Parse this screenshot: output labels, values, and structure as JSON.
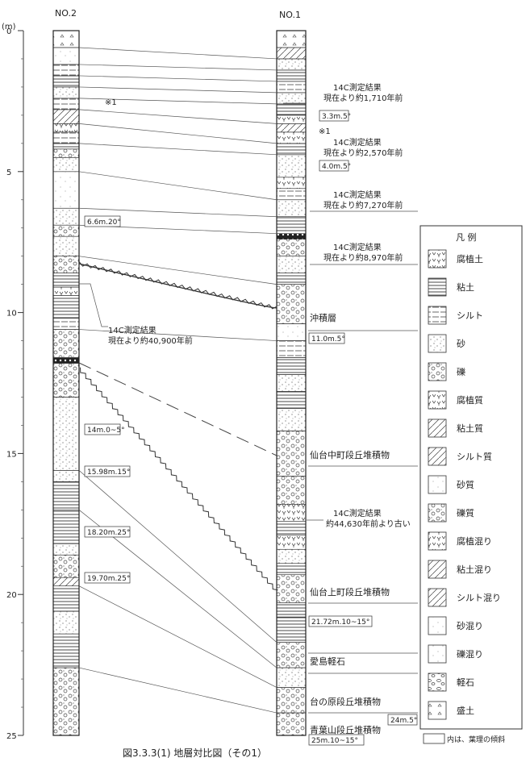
{
  "figure": {
    "axis_unit": "(m)",
    "depth_ticks": [
      "0",
      "5",
      "10",
      "15",
      "20",
      "25"
    ],
    "boreholes": [
      "NO.2",
      "NO.1"
    ],
    "caption": "図3.3.3(1) 地層対比図（その1）",
    "note_mark": "※1"
  },
  "c14": [
    {
      "title": "14C測定結果",
      "line2": "現在より約1,710年前"
    },
    {
      "title": "14C測定結果",
      "line2": "現在より約2,570年前"
    },
    {
      "title": "14C測定結果",
      "line2": "現在より約7,270年前"
    },
    {
      "title": "14C測定結果",
      "line2": "現在より約8,970年前"
    },
    {
      "title": "14C測定結果",
      "line2": "現在より約40,900年前"
    },
    {
      "title": "14C測定結果",
      "line2": "約44,630年前より古い"
    }
  ],
  "dips_no1": [
    "3.3m.5°",
    "4.0m.5°",
    "11.0m.5°",
    "21.72m.10~15°",
    "24m.5°",
    "25m.10~15°"
  ],
  "dips_no2": [
    "6.6m.20°",
    "14m.0~5°",
    "15.98m.15°",
    "18.20m.25°",
    "19.70m.25°"
  ],
  "strata": [
    "沖積層",
    "仙台中町段丘堆積物",
    "仙台上町段丘堆積物",
    "愛島軽石",
    "台の原段丘堆積物",
    "青葉山段丘堆積物"
  ],
  "legend": {
    "title": "凡 例",
    "items": [
      "腐植土",
      "粘土",
      "シルト",
      "砂",
      "礫",
      "腐植質",
      "粘土質",
      "シルト質",
      "砂質",
      "礫質",
      "腐植混り",
      "粘土混り",
      "シルト混り",
      "砂混り",
      "礫混り",
      "軽石",
      "盛土"
    ],
    "note": "内は、葉理の傾斜"
  }
}
